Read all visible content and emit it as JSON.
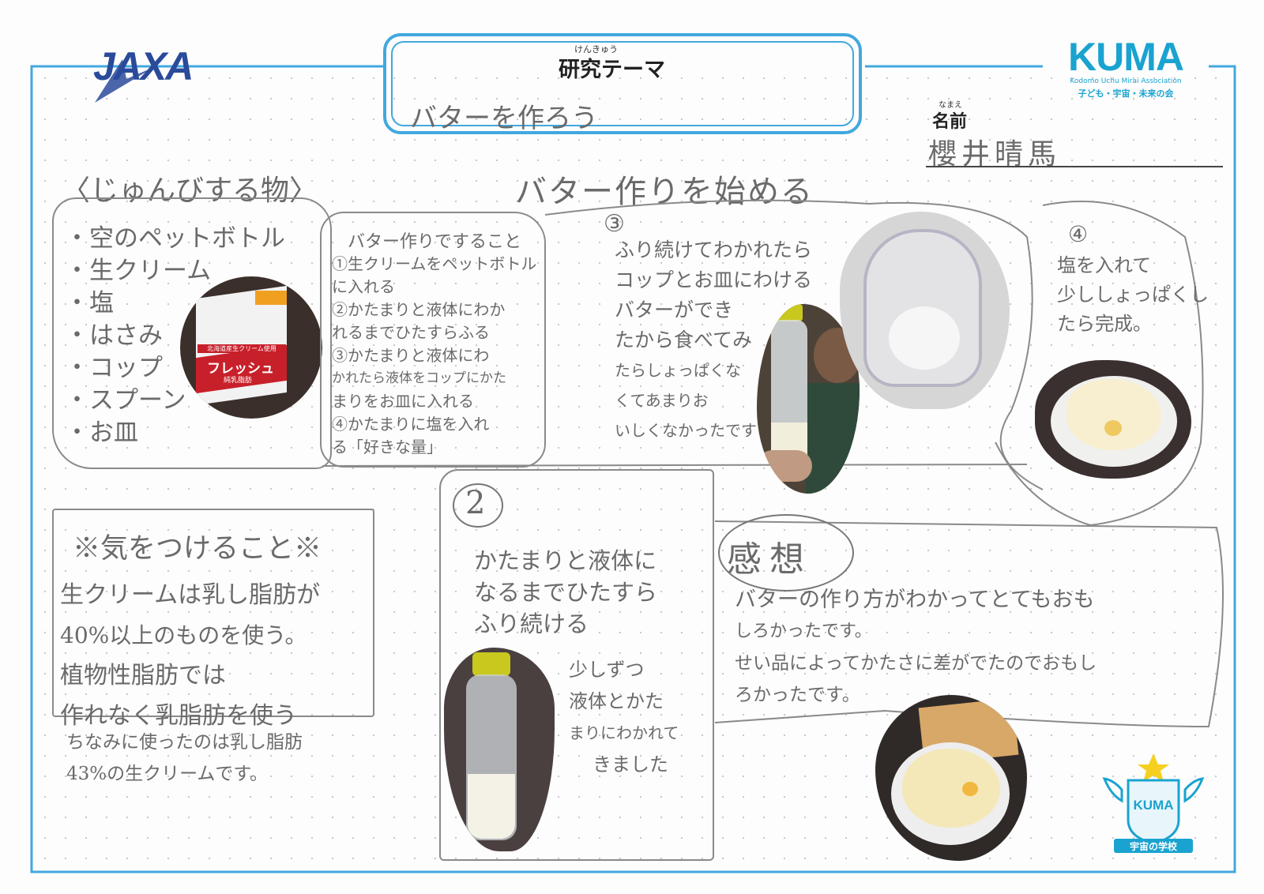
{
  "header": {
    "jaxa_logo": "JAXA",
    "theme_ruby": "けんきゅう",
    "theme_label": "研究テーマ",
    "theme_value": "バターを作ろう",
    "kuma_logo": "KUMA",
    "kuma_tagline": "Kodomo Uchu Mirai Association",
    "kuma_subtitle": "子ども・宇宙・未来の会",
    "name_ruby": "なまえ",
    "name_label": "名前",
    "name_value": "櫻井晴馬"
  },
  "prep": {
    "title": "〈じゅんびする物〉",
    "items": [
      "・空のペットボトル",
      "・生クリーム",
      "・塩",
      "・はさみ",
      "・コップ",
      "・スプーン",
      "・お皿"
    ],
    "carton_brand": "北海道産生クリーム使用",
    "carton_name": "フレッシュ",
    "carton_sub": "純乳脂肪"
  },
  "steps": {
    "title": "バター作りですること",
    "lines": [
      "①生クリームをペットボトル",
      "に入れる",
      "②かたまりと液体にわか",
      "れるまでひたすらふる",
      "③かたまりと液体にわ",
      "かれたら液体をコップにかた",
      "まりをお皿に入れる",
      "④かたまりに塩を入れ",
      "る「好きな量」"
    ]
  },
  "start_title": "バター作りを始める",
  "step3": {
    "num": "③",
    "lines": [
      "ふり続けてわかれたら",
      "コップとお皿にわける",
      "バターができ",
      "たから食べてみ",
      "たらしょっぱくな",
      "くてあまりお",
      "いしくなかったです"
    ]
  },
  "step4": {
    "num": "④",
    "lines": [
      "塩を入れて",
      "少ししょっぱくし",
      "たら完成。"
    ]
  },
  "caution": {
    "title": "※気をつけること※",
    "lines": [
      "生クリームは乳し脂肪が",
      "40%以上のものを使う。",
      "植物性脂肪では",
      "作れなく乳脂肪を使う"
    ],
    "note_lines": [
      "ちなみに使ったのは乳し脂肪",
      "43%の生クリームです。"
    ]
  },
  "step2": {
    "num": "2",
    "lines": [
      "かたまりと液体に",
      "なるまでひたすら",
      "ふり続ける"
    ],
    "side_lines": [
      "少しずつ",
      "液体とかた",
      "まりにわかれて",
      "きました"
    ]
  },
  "impression": {
    "title": "感想",
    "lines": [
      "バターの作り方がわかってとてもおも",
      "しろかったです。",
      "せい品によってかたさに差がでたのでおもし",
      "ろかったです。"
    ]
  },
  "badge": {
    "logo": "KUMA",
    "label": "宇宙の学校"
  },
  "colors": {
    "frame": "#42a8de",
    "jaxa": "#2a4a9a",
    "kuma": "#1aa3d0",
    "pencil": "#6a6a6a"
  }
}
